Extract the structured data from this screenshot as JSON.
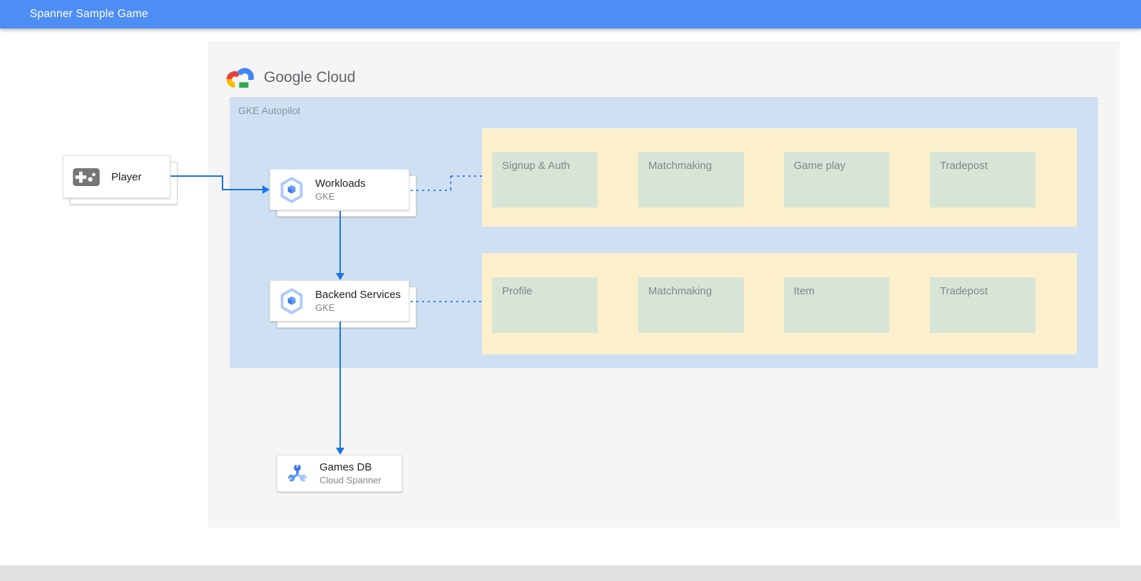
{
  "header": {
    "title": "Spanner Sample Game",
    "background": "#4d8ef5"
  },
  "brand": {
    "name": "Google Cloud",
    "icon": "google-cloud-logo"
  },
  "gke": {
    "label": "GKE Autopilot",
    "background": "#cfe0f2"
  },
  "groups": [
    {
      "name": "workloads-services",
      "band_background": "#fcf0cc",
      "box_background": "#d7e5d6",
      "items": [
        "Signup & Auth",
        "Matchmaking",
        "Game play",
        "Tradepost"
      ]
    },
    {
      "name": "backend-services",
      "band_background": "#fcf0cc",
      "box_background": "#d7e5d6",
      "items": [
        "Profile",
        "Matchmaking",
        "Item",
        "Tradepost"
      ]
    }
  ],
  "nodes": {
    "player": {
      "title": "Player",
      "icon": "gamepad-icon"
    },
    "workloads": {
      "title": "Workloads",
      "subtitle": "GKE",
      "icon": "gke-hexagon-icon"
    },
    "backend": {
      "title": "Backend Services",
      "subtitle": "GKE",
      "icon": "gke-hexagon-icon"
    },
    "gamesdb": {
      "title": "Games DB",
      "subtitle": "Cloud Spanner",
      "icon": "spanner-wrench-icon"
    }
  },
  "colors": {
    "connector": "#1a73e8",
    "panel": "#f5f5f5",
    "footer": "#e0e0e0",
    "header": "#4d8ef5",
    "gke_container": "#cfe0f2",
    "band": "#fcf0cc",
    "service_box": "#d7e5d6"
  }
}
